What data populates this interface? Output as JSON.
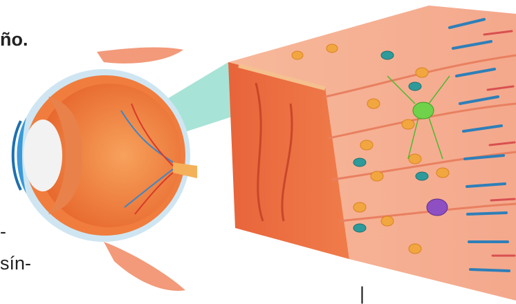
{
  "text_fragments": {
    "top_left": "ño.",
    "mid_left": "-",
    "lower_left": "sín-",
    "bottom": "|"
  },
  "colors": {
    "retina_block": "#f08a5a",
    "retina_side": "#e8643a",
    "connector": "#9fe0d3",
    "eye_orange": "#f28c45",
    "cornea_blue": "#3a9ad9",
    "rod_blue": "#2e7fb8",
    "neuron_orange": "#f2a640",
    "neuron_green": "#6fd24a",
    "neuron_purple": "#8d4fc1"
  },
  "icons": [
    "eye-cross-section-illustration",
    "retina-layers-illustration"
  ]
}
